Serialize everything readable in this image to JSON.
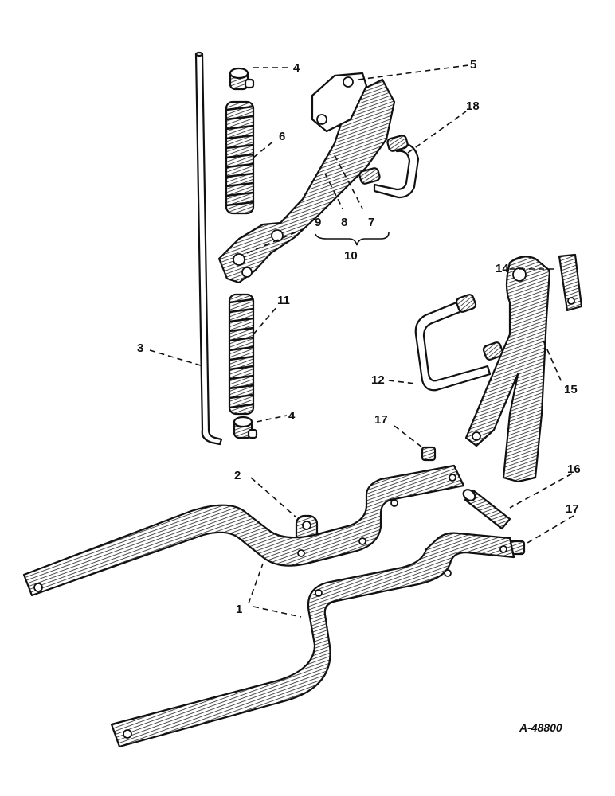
{
  "callouts": [
    {
      "id": "c1",
      "label": "1"
    },
    {
      "id": "c2a",
      "label": "2"
    },
    {
      "id": "c3",
      "label": "3"
    },
    {
      "id": "c4a",
      "label": "4"
    },
    {
      "id": "c4b",
      "label": "4"
    },
    {
      "id": "c5",
      "label": "5"
    },
    {
      "id": "c6",
      "label": "6"
    },
    {
      "id": "c7",
      "label": "7"
    },
    {
      "id": "c8",
      "label": "8"
    },
    {
      "id": "c9",
      "label": "9"
    },
    {
      "id": "c10",
      "label": "10"
    },
    {
      "id": "c11",
      "label": "11"
    },
    {
      "id": "c12",
      "label": "12"
    },
    {
      "id": "c14",
      "label": "14"
    },
    {
      "id": "c15",
      "label": "15"
    },
    {
      "id": "c16",
      "label": "16"
    },
    {
      "id": "c17a",
      "label": "17"
    },
    {
      "id": "c17b",
      "label": "17"
    },
    {
      "id": "c18",
      "label": "18"
    }
  ],
  "drawing_number": "A-48800"
}
